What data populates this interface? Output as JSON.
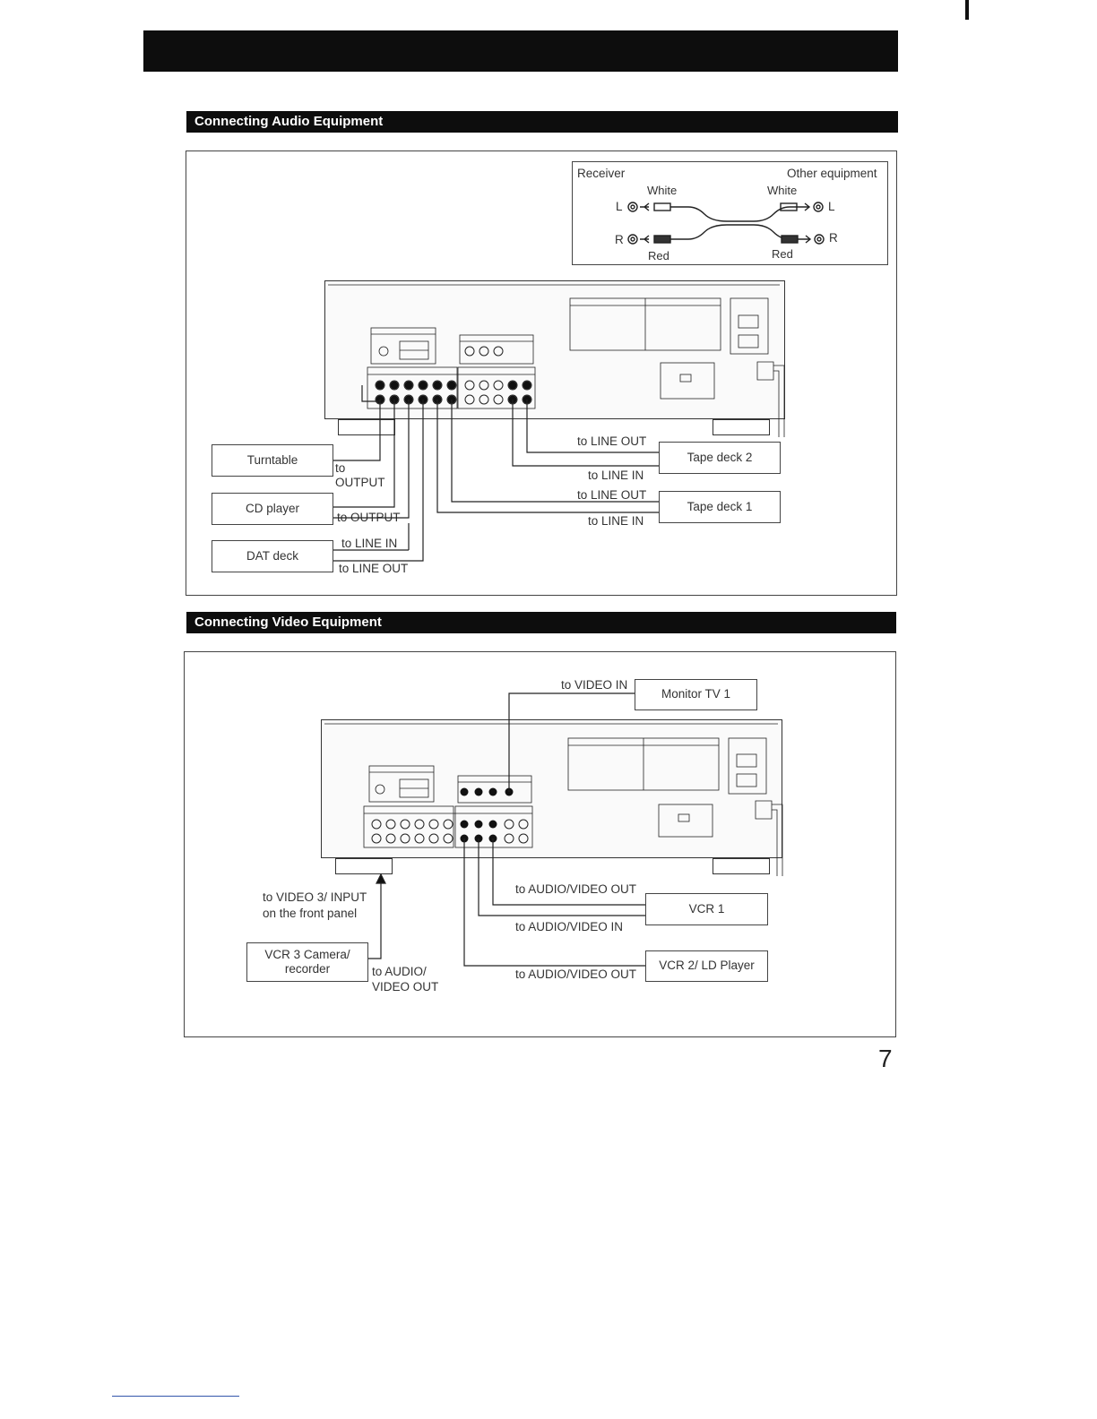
{
  "audio_section": {
    "title": "Connecting Audio Equipment",
    "cable_inset": {
      "left_label": "Receiver",
      "right_label": "Other equipment",
      "white_left": "White",
      "white_right": "White",
      "red_left": "Red",
      "red_right": "Red",
      "l_left": "L",
      "l_right": "L",
      "r_left": "R",
      "r_right": "R"
    },
    "devices": {
      "turntable": "Turntable",
      "cd_player": "CD player",
      "dat_deck": "DAT deck",
      "tape_deck_2": "Tape deck 2",
      "tape_deck_1": "Tape deck 1"
    },
    "labels": {
      "turntable_to": "to",
      "turntable_output": "OUTPUT",
      "cd_to_output": "to OUTPUT",
      "dat_to_line_in": "to LINE IN",
      "dat_to_line_out": "to LINE OUT",
      "tape2_line_out": "to LINE OUT",
      "tape2_line_in": "to LINE IN",
      "tape1_line_out": "to LINE OUT",
      "tape1_line_in": "to LINE IN"
    }
  },
  "video_section": {
    "title": "Connecting Video Equipment",
    "devices": {
      "monitor_tv": "Monitor TV 1",
      "vcr1": "VCR 1",
      "vcr2": "VCR 2/ LD Player",
      "vcr3": "VCR 3 Camera/ recorder"
    },
    "labels": {
      "to_video_in": "to VIDEO IN",
      "front_panel_1": "to VIDEO 3/ INPUT",
      "front_panel_2": "on the front panel",
      "vcr3_out_1": "to AUDIO/",
      "vcr3_out_2": "VIDEO OUT",
      "vcr1_out": "to AUDIO/VIDEO OUT",
      "vcr1_in": "to AUDIO/VIDEO IN",
      "vcr2_out": "to AUDIO/VIDEO OUT"
    }
  },
  "page_number": "7"
}
